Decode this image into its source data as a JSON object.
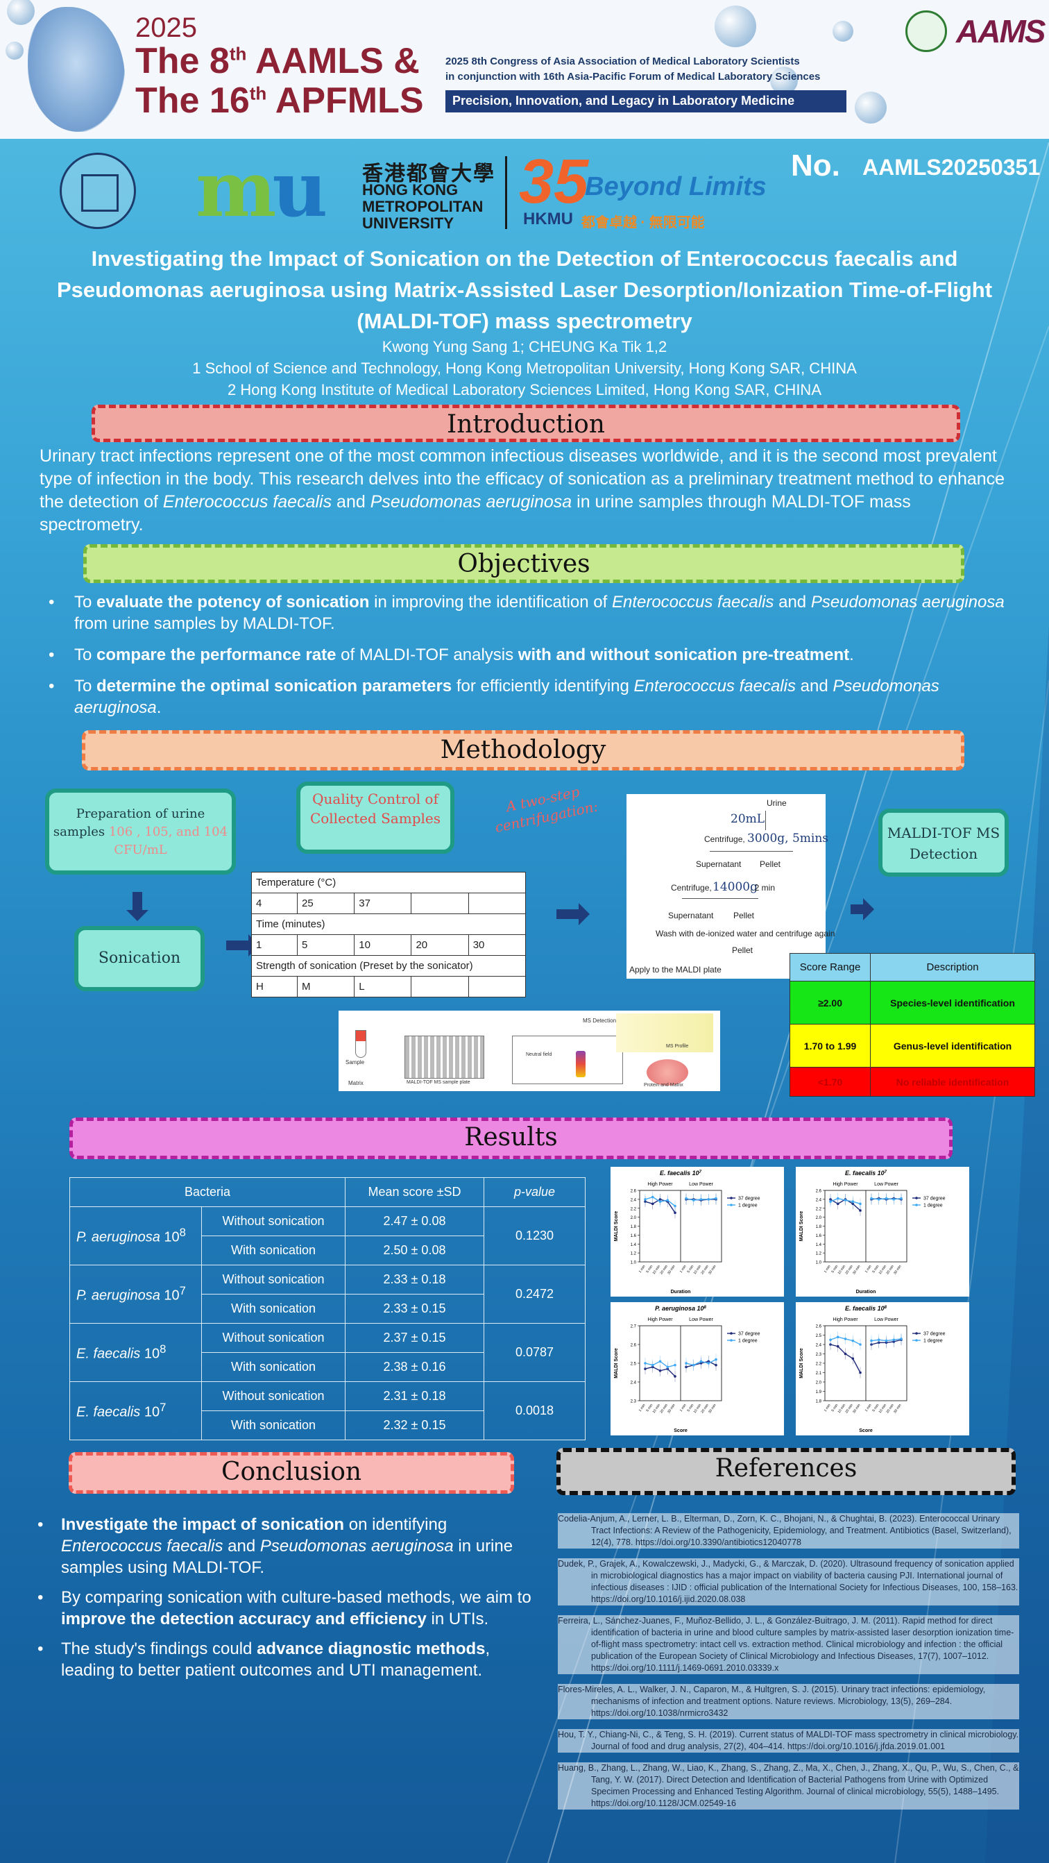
{
  "banner": {
    "year": "2025",
    "line1": "The 8",
    "line1_sup": "th",
    "line1_tail": " AAMLS &",
    "line2": "The 16",
    "line2_sup": "th",
    "line2_tail": " APFMLS",
    "desc1": "2025 8th Congress of Asia Association of Medical Laboratory Scientists",
    "desc2": "in conjunction with 16th Asia-Pacific Forum of Medical Laboratory Sciences",
    "tagline": "Precision, Innovation, and Legacy in Laboratory Medicine",
    "logo_text": "AAMS"
  },
  "university": {
    "mu_m": "m",
    "mu_u": "u",
    "name_cn": "香港都會大學",
    "name_en": "HONG KONG METROPOLITAN UNIVERSITY",
    "anniv_number": "35",
    "anniv_text": "Beyond Limits",
    "anniv_hkmu": "HKMU",
    "anniv_cn": "都會卓越 · 無限可能"
  },
  "poster_number": {
    "label": "No.",
    "value": "AAMLS20250351"
  },
  "title": "Investigating the Impact of Sonication on the Detection of Enterococcus faecalis and Pseudomonas aeruginosa using Matrix-Assisted Laser Desorption/Ionization Time-of-Flight (MALDI-TOF) mass spectrometry",
  "authors": "Kwong Yung Sang 1; CHEUNG Ka Tik 1,2",
  "affiliations": [
    "1 School of Science and Technology, Hong Kong Metropolitan University, Hong Kong SAR, CHINA",
    "2 Hong Kong Institute of Medical Laboratory Sciences Limited, Hong Kong SAR, CHINA"
  ],
  "sections": {
    "intro": "Introduction",
    "objectives": "Objectives",
    "methodology": "Methodology",
    "results": "Results",
    "conclusion": "Conclusion",
    "references": "References"
  },
  "intro": {
    "p1": "Urinary tract infections represent one of the most common infectious diseases worldwide, and it is the second most prevalent type of infection in the body. This research delves into the efficacy of sonication as a preliminary treatment method to enhance the detection of ",
    "sp1": "Enterococcus faecalis",
    "p2": " and ",
    "sp2": "Pseudomonas aeruginosa",
    "p3": " in urine samples through MALDI-TOF mass spectrometry."
  },
  "objectives": [
    {
      "a": "To ",
      "b": "evaluate the potency of sonication",
      "c": " in improving the identification of ",
      "d": "Enterococcus faecalis",
      "e": " and ",
      "f": "Pseudomonas aeruginosa",
      "g": " from urine samples by MALDI-TOF."
    },
    {
      "a": "To ",
      "b": "compare the performance rate",
      "c": " of MALDI-TOF analysis ",
      "d": "with and without sonication pre-treatment",
      "e": "."
    },
    {
      "a": "To ",
      "b": "determine the optimal sonication parameters",
      "c": " for efficiently identifying ",
      "d": "Enterococcus faecalis",
      "e": " and ",
      "f": "Pseudomonas aeruginosa",
      "g": "."
    }
  ],
  "methodology": {
    "prep_a": "Preparation of urine samples ",
    "prep_b": "106 , 105, and 104 CFU/mL",
    "qc": "Quality Control of Collected Samples",
    "two_step": "A two-step centrifugation:",
    "sonication": "Sonication",
    "maldi": "MALDI-TOF MS Detection",
    "param_table": {
      "temp_header": "Temperature (°C)",
      "temp_values": [
        "4",
        "25",
        "37",
        "",
        ""
      ],
      "time_header": "Time (minutes)",
      "time_values": [
        "1",
        "5",
        "10",
        "20",
        "30"
      ],
      "strength_header": "Strength of sonication (Preset by the sonicator)",
      "strength_values": [
        "H",
        "M",
        "L",
        "",
        ""
      ]
    },
    "centrifuge": {
      "urine": "Urine",
      "vol": "20mL",
      "c1": "Centrifuge,",
      "c1_big": "3000g, 5mins",
      "supernatant": "Supernatant",
      "pellet": "Pellet",
      "c2": "Centrifuge,",
      "c2_big": "14000g",
      "c2_tail": ", 2 min",
      "supernatant2": "Supernatant",
      "pellet2": "Pellet",
      "wash": "Wash with de-ionized water and centrifuge again",
      "pellet3": "Pellet",
      "apply": "Apply to the MALDI plate"
    },
    "maldi_labels": {
      "sample": "Sample",
      "matrix": "Matrix",
      "plate": "MALDI-TOF MS sample plate",
      "detection": "MS Detection",
      "profile": "MS Profile",
      "neutral": "Neutral field",
      "protein": "Protein and Matrix"
    },
    "score_table": {
      "headers": [
        "Score Range",
        "Description"
      ],
      "rows": [
        [
          "≥2.00",
          "Species-level identification"
        ],
        [
          "1.70 to 1.99",
          "Genus-level identification"
        ],
        [
          "<1.70",
          "No reliable identification"
        ]
      ]
    }
  },
  "results_table": {
    "headers": [
      "Bacteria",
      "Mean score ±SD",
      "p-value"
    ],
    "groups": [
      {
        "name": "P. aeruginosa",
        "exp": "8",
        "rows": [
          [
            "Without sonication",
            "2.47 ± 0.08"
          ],
          [
            "With sonication",
            "2.50 ± 0.08"
          ]
        ],
        "p": "0.1230"
      },
      {
        "name": "P. aeruginosa",
        "exp": "7",
        "rows": [
          [
            "Without sonication",
            "2.33 ± 0.18"
          ],
          [
            "With sonication",
            "2.33 ± 0.15"
          ]
        ],
        "p": "0.2472"
      },
      {
        "name": "E. faecalis",
        "exp": "8",
        "rows": [
          [
            "Without sonication",
            "2.37 ± 0.15"
          ],
          [
            "With sonication",
            "2.38 ± 0.16"
          ]
        ],
        "p": "0.0787"
      },
      {
        "name": "E. faecalis",
        "exp": "7",
        "rows": [
          [
            "Without sonication",
            "2.31 ± 0.18"
          ],
          [
            "With sonication",
            "2.32 ± 0.15"
          ]
        ],
        "p": "0.0018"
      }
    ]
  },
  "chart_data": [
    {
      "type": "line",
      "title": "E. faecalis 10",
      "title_sup": "7",
      "panels": [
        "High Power",
        "Low Power"
      ],
      "xlabel": "Duration",
      "ylabel": "MALDI Score",
      "ylim": [
        1.0,
        2.6
      ],
      "yticks": [
        "1.0",
        "1.2",
        "1.4",
        "1.6",
        "1.8",
        "2.0",
        "2.2",
        "2.4",
        "2.6"
      ],
      "x": [
        "1 min",
        "5 min",
        "10 min",
        "20 min",
        "30 min"
      ],
      "series": [
        {
          "name": "37 degree",
          "high": [
            2.35,
            2.3,
            2.4,
            2.35,
            2.1
          ],
          "low": [
            2.4,
            2.4,
            2.38,
            2.4,
            2.4
          ]
        },
        {
          "name": "1 degree",
          "high": [
            2.4,
            2.45,
            2.35,
            2.38,
            2.25
          ],
          "low": [
            2.42,
            2.38,
            2.4,
            2.4,
            2.42
          ]
        }
      ]
    },
    {
      "type": "line",
      "title": "E. faecalis 10",
      "title_sup": "7",
      "panels": [
        "High Power",
        "Low Power"
      ],
      "xlabel": "Duration",
      "ylabel": "MALDI Score",
      "ylim": [
        1.0,
        2.6
      ],
      "yticks": [
        "1.0",
        "1.2",
        "1.4",
        "1.6",
        "1.8",
        "2.0",
        "2.2",
        "2.4",
        "2.6"
      ],
      "x": [
        "1 min",
        "5 min",
        "10 min",
        "20 min",
        "30 min"
      ],
      "series": [
        {
          "name": "37 degree",
          "high": [
            2.4,
            2.3,
            2.4,
            2.3,
            2.15
          ],
          "low": [
            2.4,
            2.42,
            2.4,
            2.42,
            2.4
          ]
        },
        {
          "name": "1 degree",
          "high": [
            2.35,
            2.42,
            2.38,
            2.35,
            2.3
          ],
          "low": [
            2.42,
            2.4,
            2.42,
            2.4,
            2.42
          ]
        }
      ]
    },
    {
      "type": "line",
      "title": "P. aeruginosa 10",
      "title_sup": "8",
      "panels": [
        "High Power",
        "Low Power"
      ],
      "xlabel": "Score",
      "ylabel": "MALDI Score",
      "ylim": [
        2.3,
        2.7
      ],
      "yticks": [
        "2.3",
        "2.4",
        "2.5",
        "2.6",
        "2.7"
      ],
      "x": [
        "1 min",
        "5 min",
        "10 min",
        "20 min",
        "30 min"
      ],
      "series": [
        {
          "name": "37 degree",
          "high": [
            2.47,
            2.48,
            2.46,
            2.47,
            2.43
          ],
          "low": [
            2.48,
            2.49,
            2.5,
            2.51,
            2.49
          ]
        },
        {
          "name": "1 degree",
          "high": [
            2.5,
            2.49,
            2.51,
            2.48,
            2.49
          ],
          "low": [
            2.5,
            2.49,
            2.51,
            2.5,
            2.52
          ]
        }
      ]
    },
    {
      "type": "line",
      "title": "E. faecalis 10",
      "title_sup": "8",
      "panels": [
        "High Power",
        "Low Power"
      ],
      "xlabel": "Score",
      "ylabel": "MALDI Score",
      "ylim": [
        1.8,
        2.6
      ],
      "yticks": [
        "1.8",
        "1.9",
        "2.0",
        "2.1",
        "2.2",
        "2.3",
        "2.4",
        "2.5",
        "2.6"
      ],
      "x": [
        "1 min",
        "5 min",
        "10 min",
        "20 min",
        "30 min"
      ],
      "series": [
        {
          "name": "37 degree",
          "high": [
            2.4,
            2.38,
            2.3,
            2.25,
            2.1
          ],
          "low": [
            2.4,
            2.42,
            2.42,
            2.43,
            2.45
          ]
        },
        {
          "name": "1 degree",
          "high": [
            2.45,
            2.48,
            2.46,
            2.44,
            2.4
          ],
          "low": [
            2.44,
            2.45,
            2.44,
            2.45,
            2.46
          ]
        }
      ]
    }
  ],
  "conclusion": [
    {
      "b": "Investigate the impact of sonication",
      "c": " on identifying ",
      "d": "Enterococcus faecalis",
      "e": " and ",
      "f": "Pseudomonas aeruginosa",
      "g": " in urine samples using MALDI-TOF."
    },
    {
      "a": "By comparing sonication with culture-based methods, we aim to ",
      "b": "improve the detection accuracy and efficiency",
      "c": " in UTIs."
    },
    {
      "a": "The study's findings could ",
      "b": "advance diagnostic methods",
      "c": ", leading to better patient outcomes and UTI management."
    }
  ],
  "references": [
    "Codelia-Anjum, A., Lerner, L. B., Elterman, D., Zorn, K. C., Bhojani, N., & Chughtai, B. (2023). Enterococcal Urinary Tract Infections: A Review of the Pathogenicity, Epidemiology, and Treatment. Antibiotics (Basel, Switzerland), 12(4), 778. https://doi.org/10.3390/antibiotics12040778",
    "Dudek, P., Grajek, A., Kowalczewski, J., Madycki, G., & Marczak, D. (2020). Ultrasound frequency of sonication applied in microbiological diagnostics has a major impact on viability of bacteria causing PJI. International journal of infectious diseases : IJID : official publication of the International Society for Infectious Diseases, 100, 158–163. https://doi.org/10.1016/j.ijid.2020.08.038",
    "Ferreira, L., Sánchez-Juanes, F., Muñoz-Bellido, J. L., & González-Buitrago, J. M. (2011). Rapid method for direct identification of bacteria in urine and blood culture samples by matrix-assisted laser desorption ionization time-of-flight mass spectrometry: intact cell vs. extraction method. Clinical microbiology and infection : the official publication of the European Society of Clinical Microbiology and Infectious Diseases, 17(7), 1007–1012. https://doi.org/10.1111/j.1469-0691.2010.03339.x",
    "Flores-Mireles, A. L., Walker, J. N., Caparon, M., & Hultgren, S. J. (2015). Urinary tract infections: epidemiology, mechanisms of infection and treatment options. Nature reviews. Microbiology, 13(5), 269–284. https://doi.org/10.1038/nrmicro3432",
    "Hou, T. Y., Chiang-Ni, C., & Teng, S. H. (2019). Current status of MALDI-TOF mass spectrometry in clinical microbiology. Journal of food and drug analysis, 27(2), 404–414. https://doi.org/10.1016/j.jfda.2019.01.001",
    "Huang, B., Zhang, L., Zhang, W., Liao, K., Zhang, S., Zhang, Z., Ma, X., Chen, J., Zhang, X., Qu, P., Wu, S., Chen, C., & Tang, Y. W. (2017). Direct Detection and Identification of Bacterial Pathogens from Urine with Optimized Specimen Processing and Enhanced Testing Algorithm. Journal of clinical microbiology, 55(5), 1488–1495. https://doi.org/10.1128/JCM.02549-16"
  ],
  "colors": {
    "series_37": "#1f2a7a",
    "series_1": "#3fa9f5"
  }
}
